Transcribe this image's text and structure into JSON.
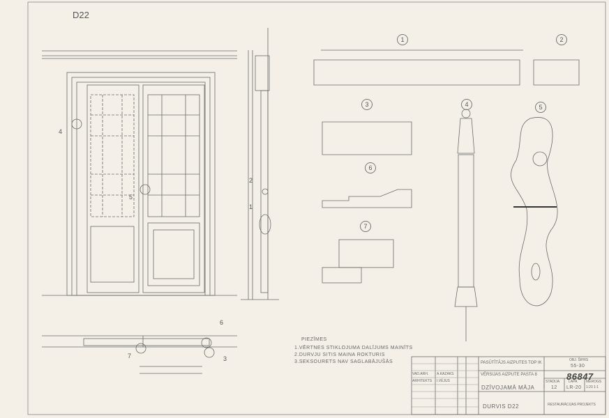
{
  "sheet_id": "D22",
  "section_markers": [
    "1",
    "2",
    "3",
    "4",
    "5",
    "6",
    "7"
  ],
  "callouts": {
    "elevation_4": "4",
    "elevation_5": "5",
    "section_2": "2",
    "section_1": "1",
    "plan_6": "6",
    "plan_7": "7",
    "plan_3": "3"
  },
  "notes": {
    "title": "PIEZĪMES",
    "items": [
      "1.VĒRTNES STIKLOJUMA DALĪJUMS MAINĪTS",
      "2.DURVJU SITIS MAINA ROKTURIS",
      "3.SEKSOURETS NAV SAGLABĀJUŠĀS"
    ]
  },
  "title_block": {
    "client": "PASŪTĪTĀJS AIZPUTES TOP IK",
    "address": "VĒRSIJAS AIZPUTE PASTA 8",
    "building": "DZĪVOJAMĀ MĀJA",
    "drawing": "DURVIS D22",
    "object_code_label": "OBJ. ŠIFRS",
    "object_code": "55-30",
    "archive_no": "86847",
    "stage_label": "STADIJA",
    "sheet_label": "LAPA",
    "scale_label": "MĒROGS",
    "stage": "12",
    "sheet": "LR-20",
    "scale": "1:20 1:1",
    "project_type": "RESTAURĀCIJAS PROJEKTS",
    "roles": [
      {
        "role": "VAD.ARH.",
        "name": "A.KAZAKS"
      },
      {
        "role": "ARHITEKTS",
        "name": "I.VĒJUS"
      }
    ]
  }
}
